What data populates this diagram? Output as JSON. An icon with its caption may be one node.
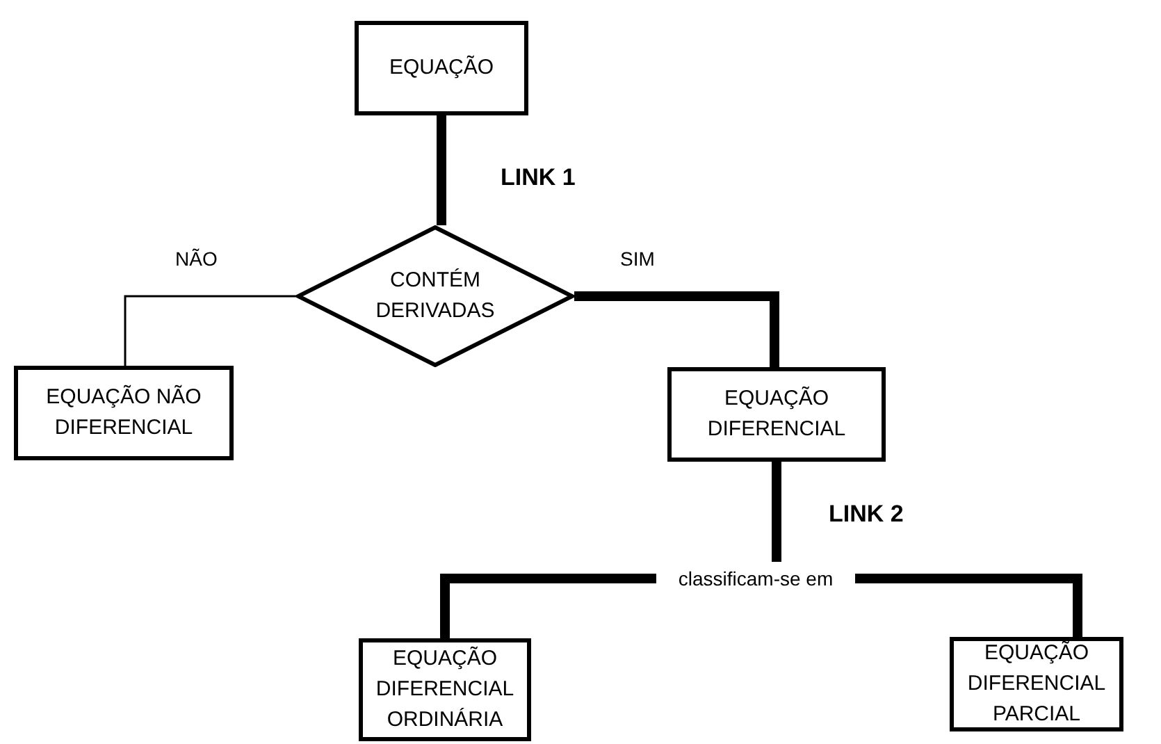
{
  "diagram": {
    "nodes": [
      {
        "text": [
          "EQUAÇÃO"
        ]
      },
      {
        "text": [
          "CONTÉM DERIVADAS"
        ]
      },
      {
        "text": [
          "EQUAÇÃO NÃO DIFERENCIAL"
        ]
      },
      {
        "text": [
          "EQUAÇÃO DIFERENCIAL"
        ]
      },
      {
        "text": [
          "classificam-se em"
        ]
      },
      {
        "text": [
          "EQUAÇÃO DIFERENCIAL ORDINÁRIA"
        ]
      },
      {
        "text": [
          "EQUAÇÃO DIFERENCIAL PARCIAL"
        ]
      }
    ],
    "edges": [
      {
        "from": 0,
        "to": 1,
        "arrow": "none",
        "label": "LINK 1"
      },
      {
        "from": 1,
        "to": 2,
        "arrow": "none",
        "label": "NÃO"
      },
      {
        "from": 1,
        "to": 3,
        "arrow": "none",
        "label": "SIM"
      },
      {
        "from": 3,
        "to": 4,
        "arrow": "none",
        "label": "LINK 2"
      },
      {
        "from": 4,
        "to": 5,
        "arrow": "none"
      },
      {
        "from": 4,
        "to": 6,
        "arrow": "none"
      }
    ]
  }
}
